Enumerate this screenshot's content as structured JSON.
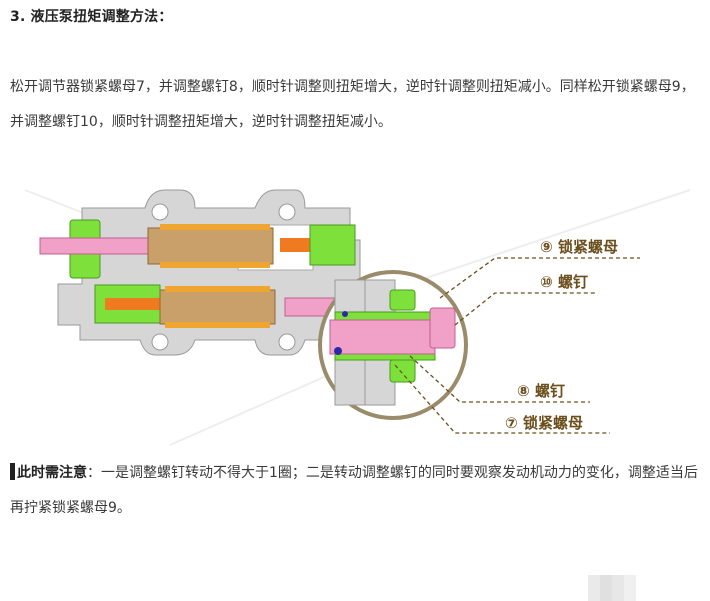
{
  "heading": "3. 液压泵扭矩调整方法：",
  "paragraph": "松开调节器锁紧螺母7，并调整螺钉8，顺时针调整则扭矩增大，逆时针调整则扭矩减小。同样松开锁紧螺母9，并调整螺钉10，顺时针调整扭矩增大，逆时针调整扭矩减小。",
  "figure": {
    "description": "液压泵调节器剖面图",
    "callouts": [
      {
        "number": "⑨",
        "label": "锁紧螺母"
      },
      {
        "number": "⑩",
        "label": "螺钉"
      },
      {
        "number": "⑧",
        "label": "螺钉"
      },
      {
        "number": "⑦",
        "label": "锁紧螺母"
      }
    ],
    "colors": {
      "body": "#d4d4d4",
      "nut_green": "#7ee03a",
      "screw_pink": "#f1a0c8",
      "spool_brown": "#c9a06a",
      "spring_orange": "#f0a530",
      "piston_orange": "#f07a20",
      "seal_blue": "#2a2aa8",
      "magnifier_ring": "#9a8b6a",
      "callout_text": "#6b4f1d"
    }
  },
  "note": {
    "label": "此时需注意",
    "text": "：一是调整螺钉转动不得大于1圈；二是转动调整螺钉的同时要观察发动机动力的变化，调整适当后再拧紧锁紧螺母9。"
  }
}
